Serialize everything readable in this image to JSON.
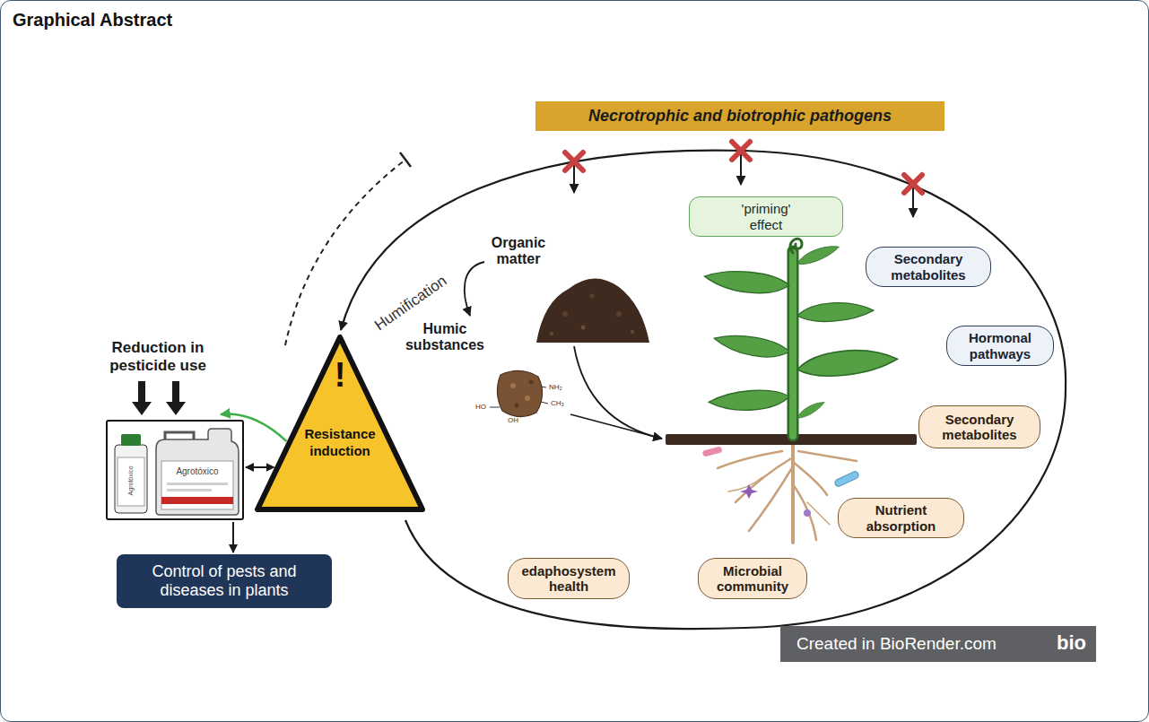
{
  "diagram": {
    "title": "Graphical Abstract",
    "nodes": [
      {
        "text": [
          "Necrotrophic and biotrophic pathogens"
        ]
      },
      {
        "text": [
          "'priming' effect"
        ]
      },
      {
        "text": [
          "Secondary metabolites"
        ]
      },
      {
        "text": [
          "Hormonal pathways"
        ]
      },
      {
        "text": [
          "Secondary metabolites"
        ]
      },
      {
        "text": [
          "Nutrient absorption"
        ]
      },
      {
        "text": [
          "edaphosystem health"
        ]
      },
      {
        "text": [
          "Microbial community"
        ]
      },
      {
        "text": [
          "!",
          "Resistance induction"
        ]
      },
      {
        "text": [
          "Agrotóxico",
          "Agrotóxico"
        ]
      },
      {
        "text": [
          "Control of pests and diseases in plants"
        ]
      }
    ],
    "edges": [
      {
        "from": 9,
        "to": 8,
        "arrow": "both"
      },
      {
        "from": 9,
        "to": 10,
        "arrow": "to"
      },
      {
        "from": 8,
        "to": 9,
        "arrow": "to"
      }
    ],
    "labels": [
      "Reduction in pesticide use",
      "Humification",
      "Organic matter",
      "Humic substances",
      "HO",
      "OH",
      "NH₂",
      "CH₃",
      "Created in BioRender.com",
      "bio"
    ]
  }
}
